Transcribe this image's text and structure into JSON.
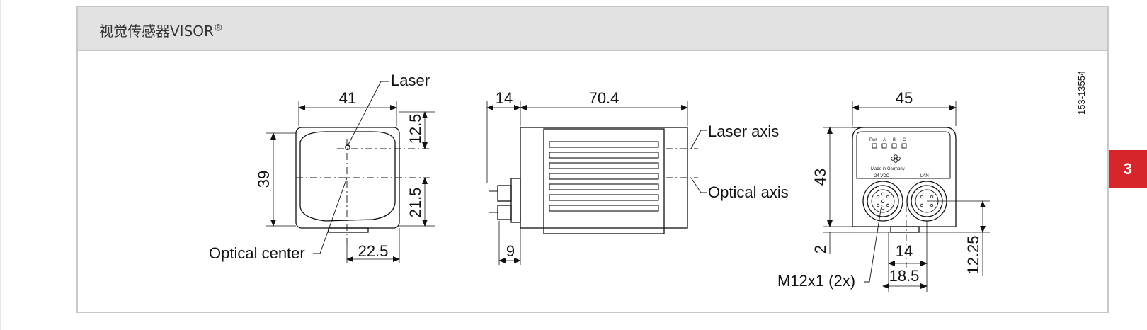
{
  "header": {
    "title": "视觉传感器VISOR",
    "registered": "®"
  },
  "chapter_tab": {
    "label": "3"
  },
  "doc_number": "153-13554",
  "front_view": {
    "width": "41",
    "height": "39",
    "upper": "12.5",
    "lower": "21.5",
    "offset": "22.5",
    "laser_label": "Laser",
    "center_label": "Optical center"
  },
  "side_view": {
    "connector": "14",
    "body": "70.4",
    "bottom": "9",
    "laser_axis": "Laser axis",
    "optical_axis": "Optical axis"
  },
  "rear_view": {
    "width": "45",
    "height": "43",
    "small": "2",
    "spacing": "14",
    "spacing2": "18.5",
    "vertical": "12.25",
    "connector_label": "M12x1 (2x)",
    "led_labels": [
      "Pwr",
      "A",
      "B",
      "C"
    ],
    "made_in": "Made in Germany",
    "port_24vdc": "24 VDC",
    "port_lan": "LAN"
  }
}
